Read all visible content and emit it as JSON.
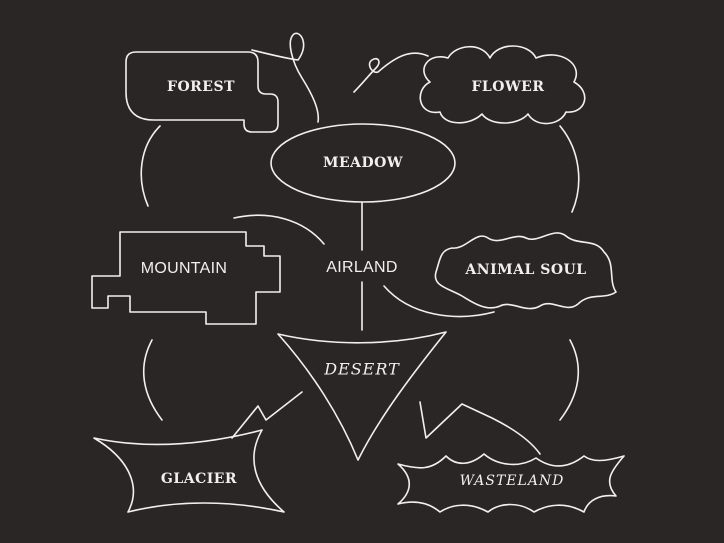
{
  "diagram": {
    "center": {
      "label": "AIRLAND"
    },
    "nodes": [
      {
        "id": "forest",
        "label": "FOREST"
      },
      {
        "id": "flower",
        "label": "FLOWER"
      },
      {
        "id": "meadow",
        "label": "MEADOW"
      },
      {
        "id": "mountain",
        "label": "MOUNTAIN"
      },
      {
        "id": "animal-soul",
        "label": "ANIMAL SOUL"
      },
      {
        "id": "desert",
        "label": "DESERT"
      },
      {
        "id": "glacier",
        "label": "GLACIER"
      },
      {
        "id": "wasteland",
        "label": "WASTELAND"
      }
    ]
  }
}
